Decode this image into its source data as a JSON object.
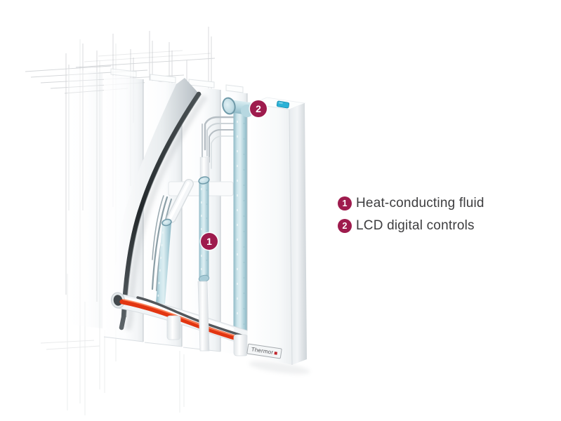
{
  "callouts": [
    {
      "number": "1",
      "label": "Heat-conducting fluid"
    },
    {
      "number": "2",
      "label": "LCD digital controls"
    }
  ],
  "brand": {
    "name": "Thermor"
  },
  "colors": {
    "callout_badge": "#9e1b4d",
    "legend_text": "#3d3d3f",
    "fluid_tube": "#b7d8e1",
    "heating_element": "#e23511",
    "lcd_screen": "#2ab1d6",
    "background": "#ffffff"
  }
}
